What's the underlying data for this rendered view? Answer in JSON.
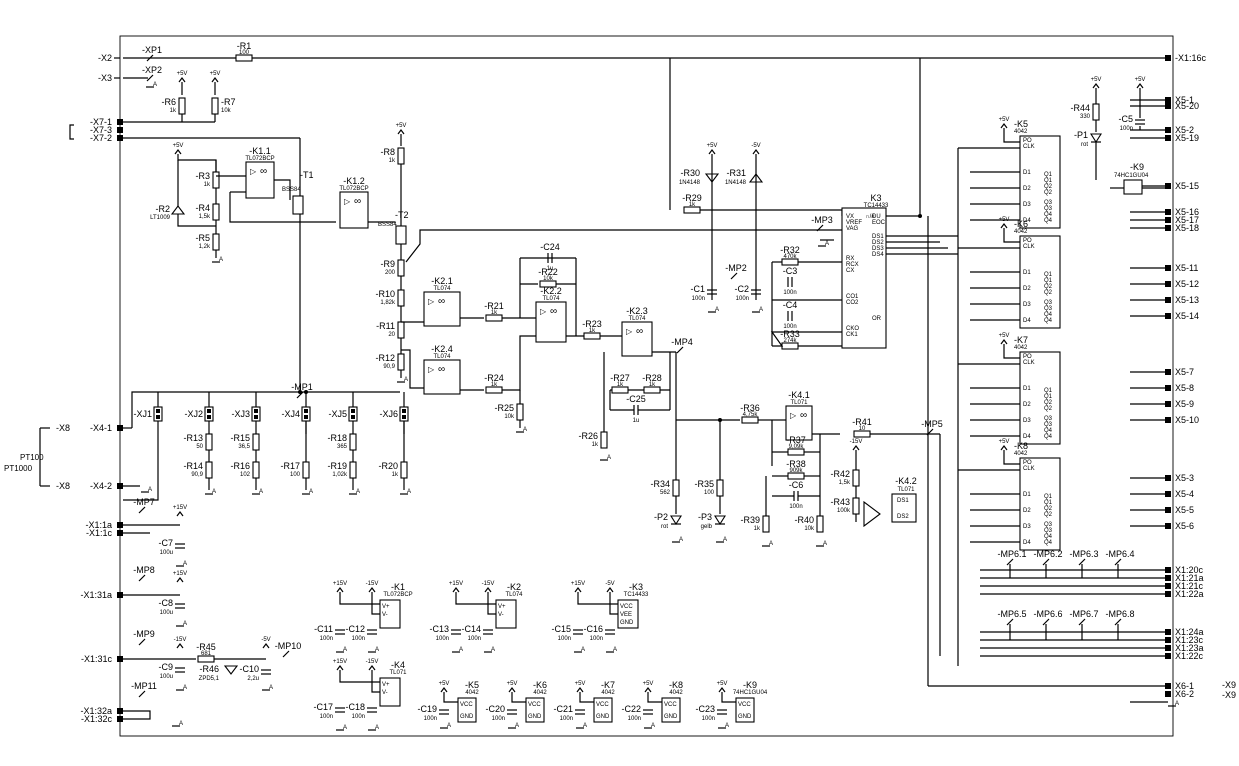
{
  "connectors_left": [
    "-X2",
    "-X3",
    "-X7-1",
    "-X7-3",
    "-X7-2",
    "-X4-1",
    "-X4-2",
    "-X1:1a",
    "-X1:1c",
    "-X1:31a",
    "-X1:31c",
    "-X1:32a",
    "-X1:32c"
  ],
  "connectors_right": [
    "-X1:16c",
    "X5-1",
    "X5-20",
    "X5-2",
    "X5-19",
    "X5-15",
    "X5-16",
    "X5-17",
    "X5-18",
    "X5-11",
    "X5-12",
    "X5-13",
    "X5-14",
    "X5-7",
    "X5-8",
    "X5-9",
    "X5-10",
    "X5-3",
    "X5-4",
    "X5-5",
    "X5-6",
    "X1:20c",
    "X1:21a",
    "X1:21c",
    "X1:22a",
    "X1:24a",
    "X1:23c",
    "X1:23a",
    "X1:22c",
    "X6-1",
    "X6-2",
    "-X9",
    "-X9"
  ],
  "x8": [
    "-X8",
    "-X8"
  ],
  "sensor": [
    "PT100",
    "PT1000"
  ],
  "jumpers": [
    "-XJ1",
    "-XJ2",
    "-XJ3",
    "-XJ4",
    "-XJ5",
    "-XJ6"
  ],
  "testpoints": [
    "-XP1",
    "-XP2",
    "-MP1",
    "-MP2",
    "-MP3",
    "-MP4",
    "-MP5",
    "-MP7",
    "-MP8",
    "-MP9",
    "-MP10",
    "-MP11"
  ],
  "mp6": [
    "-MP6.1",
    "-MP6.2",
    "-MP6.3",
    "-MP6.4",
    "-MP6.5",
    "-MP6.6",
    "-MP6.7",
    "-MP6.8"
  ],
  "resistors": [
    {
      "ref": "-R1",
      "val": "100"
    },
    {
      "ref": "-R2",
      "val": "LT1009"
    },
    {
      "ref": "-R3",
      "val": "1k"
    },
    {
      "ref": "-R4",
      "val": "1,5k"
    },
    {
      "ref": "-R5",
      "val": "1,2k"
    },
    {
      "ref": "-R6",
      "val": "1k"
    },
    {
      "ref": "-R7",
      "val": "10k"
    },
    {
      "ref": "-R8",
      "val": "1k"
    },
    {
      "ref": "-R9",
      "val": "200"
    },
    {
      "ref": "-R10",
      "val": "1,82k"
    },
    {
      "ref": "-R11",
      "val": "20"
    },
    {
      "ref": "-R12",
      "val": "90,9"
    },
    {
      "ref": "-R13",
      "val": "50"
    },
    {
      "ref": "-R14",
      "val": "90,9"
    },
    {
      "ref": "-R15",
      "val": "36,5"
    },
    {
      "ref": "-R16",
      "val": "102"
    },
    {
      "ref": "-R17",
      "val": "100"
    },
    {
      "ref": "-R18",
      "val": "365"
    },
    {
      "ref": "-R19",
      "val": "1,02k"
    },
    {
      "ref": "-R20",
      "val": "1k"
    },
    {
      "ref": "-R21",
      "val": "1k"
    },
    {
      "ref": "-R22",
      "val": "10k"
    },
    {
      "ref": "-R23",
      "val": "1k"
    },
    {
      "ref": "-R24",
      "val": "1k"
    },
    {
      "ref": "-R25",
      "val": "10k"
    },
    {
      "ref": "-R26",
      "val": "1k"
    },
    {
      "ref": "-R27",
      "val": "1k"
    },
    {
      "ref": "-R28",
      "val": "1k"
    },
    {
      "ref": "-R29",
      "val": "1k"
    },
    {
      "ref": "-R30",
      "val": "1N4148"
    },
    {
      "ref": "-R31",
      "val": "1N4148"
    },
    {
      "ref": "-R32",
      "val": "470k"
    },
    {
      "ref": "-R33",
      "val": "274k"
    },
    {
      "ref": "-R34",
      "val": "562"
    },
    {
      "ref": "-R35",
      "val": "100"
    },
    {
      "ref": "-R36",
      "val": "4,75k"
    },
    {
      "ref": "-R37",
      "val": "9,09k"
    },
    {
      "ref": "-R38",
      "val": "909k"
    },
    {
      "ref": "-R39",
      "val": "1k"
    },
    {
      "ref": "-R40",
      "val": "10k"
    },
    {
      "ref": "-R41",
      "val": "10"
    },
    {
      "ref": "-R42",
      "val": "1,5k"
    },
    {
      "ref": "-R43",
      "val": "100k"
    },
    {
      "ref": "-R44",
      "val": "330"
    },
    {
      "ref": "-R45",
      "val": "681"
    },
    {
      "ref": "-R46",
      "val": "ZPD5,1"
    }
  ],
  "capacitors": [
    {
      "ref": "-C1",
      "val": "100n"
    },
    {
      "ref": "-C2",
      "val": "100n"
    },
    {
      "ref": "-C3",
      "val": "100n"
    },
    {
      "ref": "-C4",
      "val": "100n"
    },
    {
      "ref": "-C5",
      "val": "100n"
    },
    {
      "ref": "-C6",
      "val": "100n"
    },
    {
      "ref": "-C7",
      "val": "100u"
    },
    {
      "ref": "-C8",
      "val": "100u"
    },
    {
      "ref": "-C9",
      "val": "100u"
    },
    {
      "ref": "-C10",
      "val": "2,2u"
    },
    {
      "ref": "-C11",
      "val": "100n"
    },
    {
      "ref": "-C12",
      "val": "100n"
    },
    {
      "ref": "-C13",
      "val": "100n"
    },
    {
      "ref": "-C14",
      "val": "100n"
    },
    {
      "ref": "-C15",
      "val": "100n"
    },
    {
      "ref": "-C16",
      "val": "100n"
    },
    {
      "ref": "-C17",
      "val": "100n"
    },
    {
      "ref": "-C18",
      "val": "100n"
    },
    {
      "ref": "-C19",
      "val": "100n"
    },
    {
      "ref": "-C20",
      "val": "100n"
    },
    {
      "ref": "-C21",
      "val": "100n"
    },
    {
      "ref": "-C22",
      "val": "100n"
    },
    {
      "ref": "-C23",
      "val": "100n"
    },
    {
      "ref": "-C24",
      "val": "1u"
    },
    {
      "ref": "-C25",
      "val": "1u"
    }
  ],
  "transistors": [
    {
      "ref": "-T1",
      "val": "BSS84"
    },
    {
      "ref": "-T2",
      "val": "BSS84"
    }
  ],
  "leds": [
    {
      "ref": "-P1",
      "val": "rot"
    },
    {
      "ref": "-P2",
      "val": "rot"
    },
    {
      "ref": "-P3",
      "val": "gelb"
    }
  ],
  "opamps": [
    {
      "ref": "-K1.1",
      "val": "TL072BCP"
    },
    {
      "ref": "-K1.2",
      "val": "TL072BCP"
    },
    {
      "ref": "-K2.1",
      "val": "TL074"
    },
    {
      "ref": "-K2.2",
      "val": "TL074"
    },
    {
      "ref": "-K2.3",
      "val": "TL074"
    },
    {
      "ref": "-K2.4",
      "val": "TL074"
    },
    {
      "ref": "-K4.1",
      "val": "TL071"
    }
  ],
  "k3": {
    "ref": "K3",
    "val": "TC14433",
    "func": "∩/#",
    "pins_left": [
      "VX",
      "VREF",
      "VAG",
      "RX",
      "RCX",
      "CX",
      "CO1",
      "CO2",
      "CKO",
      "CK1"
    ],
    "pins_right": [
      "DU",
      "EOC",
      "DS1",
      "DS2",
      "DS3",
      "DS4",
      "OR"
    ]
  },
  "k42": {
    "ref": "-K4.2",
    "val": "TL071",
    "pins": [
      "DS1",
      "DS2"
    ]
  },
  "counters": [
    {
      "ref": "-K5",
      "val": "4042"
    },
    {
      "ref": "-K6",
      "val": "4042"
    },
    {
      "ref": "-K7",
      "val": "4042"
    },
    {
      "ref": "-K8",
      "val": "4042"
    }
  ],
  "counter_pins_left": [
    "PO",
    "CLK",
    "D1",
    "D2",
    "D3",
    "D4"
  ],
  "counter_pins_right": [
    "Q1",
    "Q1",
    "Q2",
    "Q2",
    "Q3",
    "Q3",
    "Q4",
    "Q4"
  ],
  "k9": {
    "ref": "-K9",
    "val": "74HC1GU04"
  },
  "power_blocks": [
    {
      "ref": "-K1",
      "val": "TL072BCP",
      "pins": [
        "V+",
        "V-"
      ]
    },
    {
      "ref": "-K2",
      "val": "TL074",
      "pins": [
        "V+",
        "V-"
      ]
    },
    {
      "ref": "-K3",
      "val": "TC14433",
      "pins": [
        "VCC",
        "VEE",
        "GND"
      ]
    },
    {
      "ref": "-K4",
      "val": "TL071",
      "pins": [
        "V+",
        "V-"
      ]
    },
    {
      "ref": "-K5",
      "val": "4042",
      "pins": [
        "VCC",
        "GND"
      ]
    },
    {
      "ref": "-K6",
      "val": "4042",
      "pins": [
        "VCC",
        "GND"
      ]
    },
    {
      "ref": "-K7",
      "val": "4042",
      "pins": [
        "VCC",
        "GND"
      ]
    },
    {
      "ref": "-K8",
      "val": "4042",
      "pins": [
        "VCC",
        "GND"
      ]
    },
    {
      "ref": "-K9",
      "val": "74HC1GU04",
      "pins": [
        "VCC",
        "GND"
      ]
    }
  ],
  "rails": {
    "p5": "+5V",
    "m5": "-5V",
    "p15": "+15V",
    "m15": "-15V",
    "gnd": "A"
  }
}
